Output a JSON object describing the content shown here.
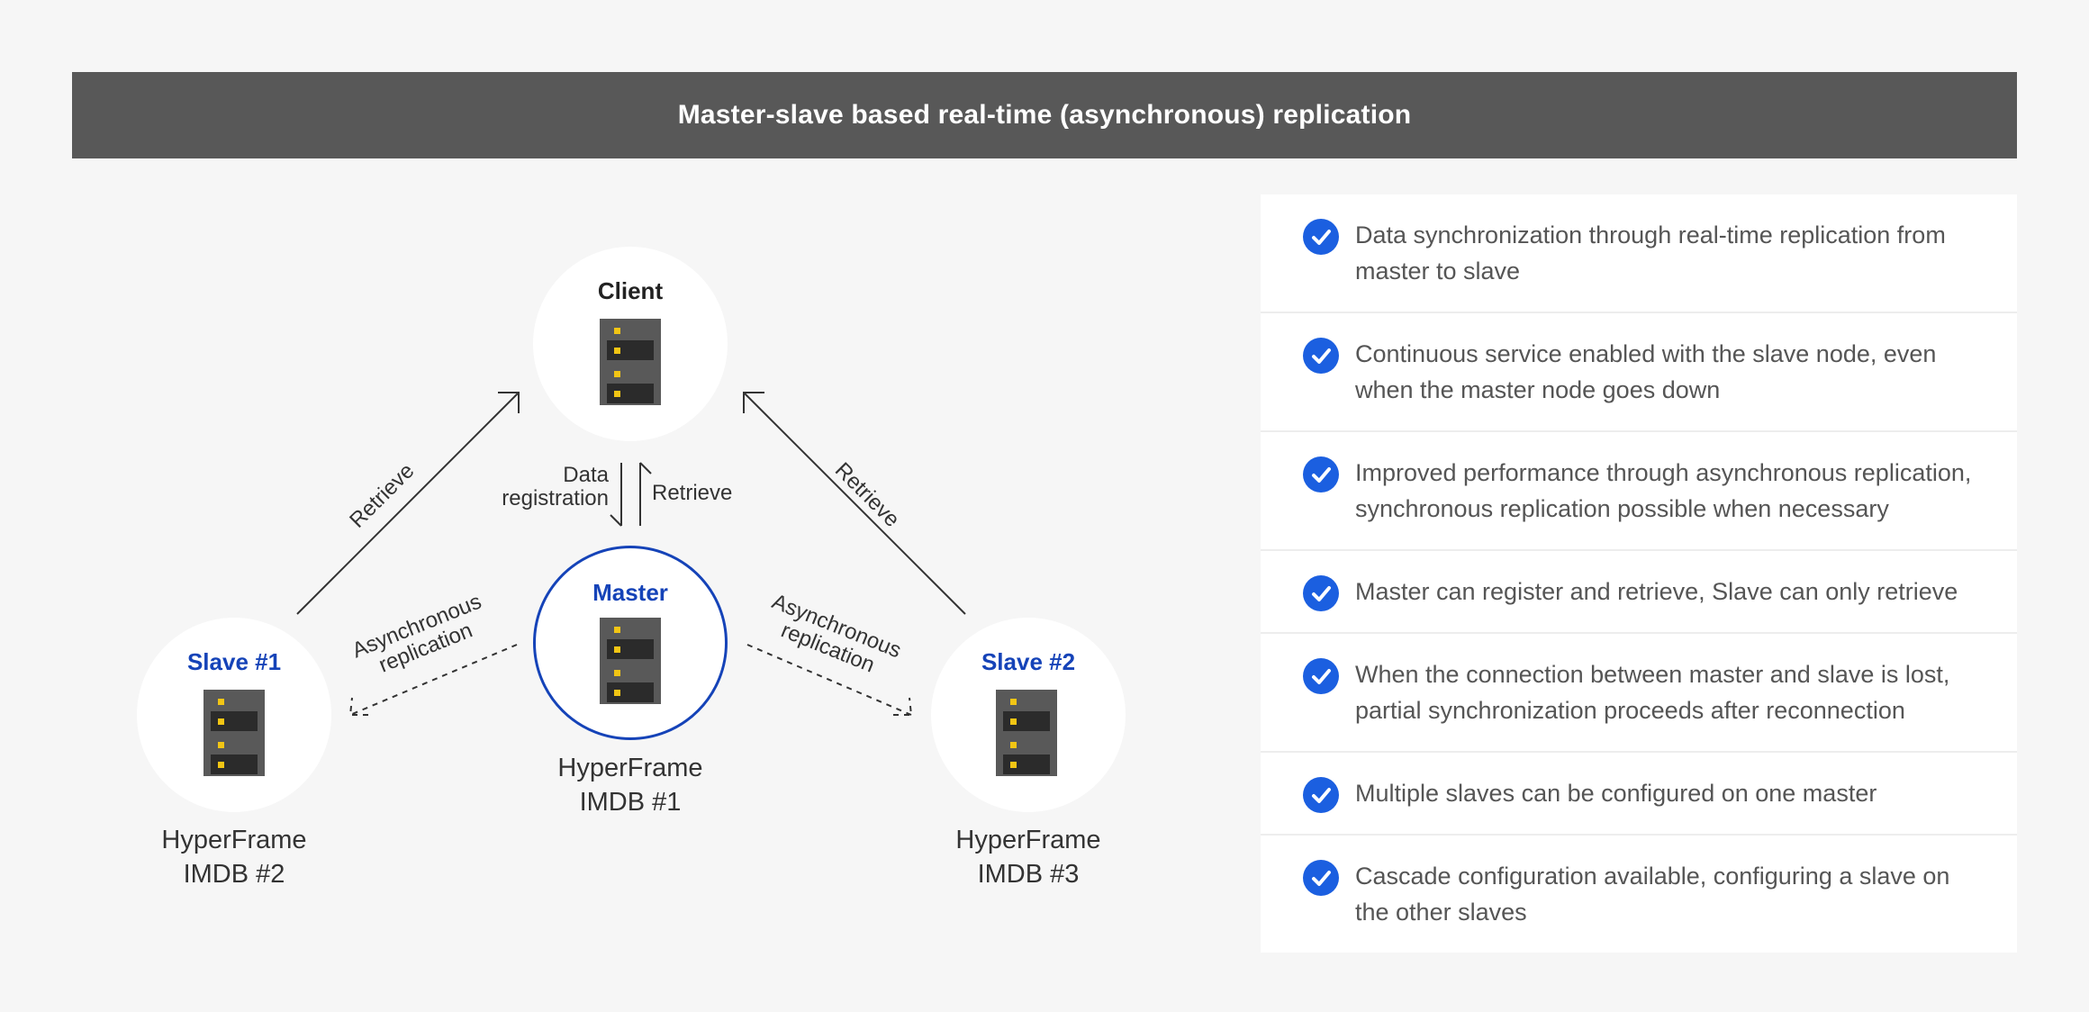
{
  "header": {
    "title": "Master-slave based real-time (asynchronous) replication"
  },
  "nodes": {
    "client": {
      "title": "Client"
    },
    "master": {
      "title": "Master",
      "caption_line1": "HyperFrame",
      "caption_line2": "IMDB #1"
    },
    "slave1": {
      "title": "Slave #1",
      "caption_line1": "HyperFrame",
      "caption_line2": "IMDB #2"
    },
    "slave2": {
      "title": "Slave #2",
      "caption_line1": "HyperFrame",
      "caption_line2": "IMDB #3"
    }
  },
  "edges": {
    "retrieve_left": "Retrieve",
    "retrieve_right": "Retrieve",
    "retrieve_center": "Retrieve",
    "data_registration_line1": "Data",
    "data_registration_line2": "registration",
    "async_left_line1": "Asynchronous",
    "async_left_line2": "replication",
    "async_right_line1": "Asynchronous",
    "async_right_line2": "replication"
  },
  "features": [
    {
      "text": "Data synchronization through real-time replication from master to slave"
    },
    {
      "text": "Continuous service enabled with the slave node, even when the master node goes down"
    },
    {
      "text": "Improved performance through asynchronous replication, synchronous replication possible when necessary"
    },
    {
      "text": "Master can register and retrieve, Slave can only retrieve"
    },
    {
      "text": "When the connection between master and slave is lost, partial synchronization proceeds after reconnection"
    },
    {
      "text": "Multiple slaves can be configured on one master"
    },
    {
      "text": "Cascade configuration available, configuring a slave on the other slaves"
    }
  ],
  "colors": {
    "header_bg": "#585858",
    "accent_blue": "#1543b8",
    "check_blue": "#1b5fe0",
    "server_body": "#595959",
    "server_led": "#f2c514"
  }
}
